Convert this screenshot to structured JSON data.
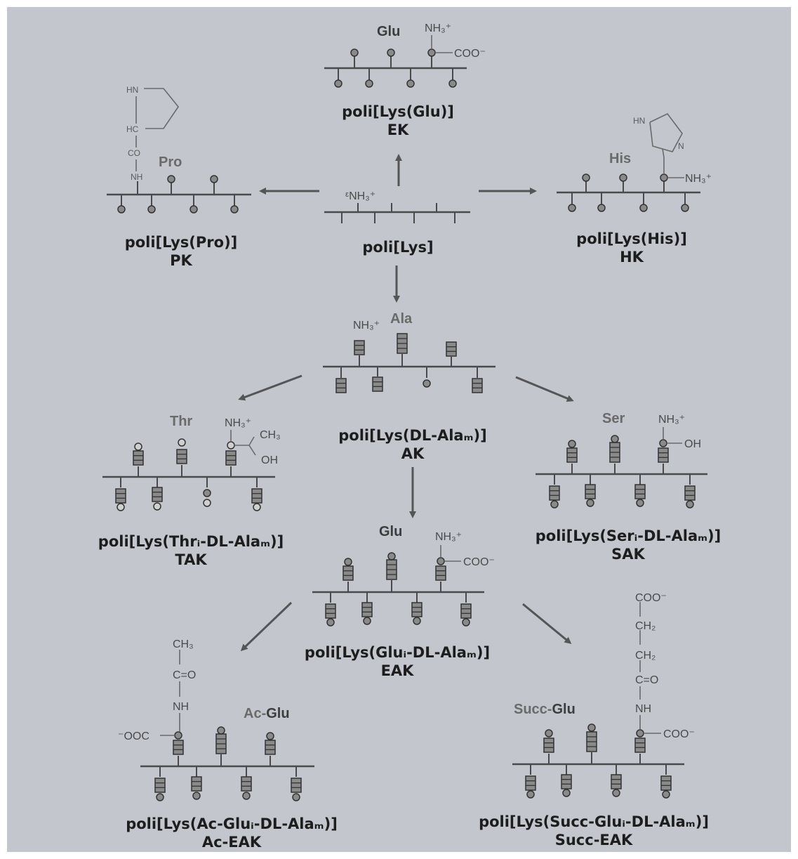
{
  "polymers": {
    "plys": {
      "name": "poli[Lys]",
      "abbr": "",
      "group": "ᵋNH₃⁺"
    },
    "ek": {
      "name": "poli[Lys(Glu)]",
      "abbr": "EK",
      "residue": "Glu",
      "g1": "NH₃⁺",
      "g2": "COO⁻"
    },
    "pk": {
      "name": "poli[Lys(Pro)]",
      "abbr": "PK",
      "residue": "Pro",
      "g1": "HN",
      "g2": "HC",
      "g3": "CO",
      "g4": "NH"
    },
    "hk": {
      "name": "poli[Lys(His)]",
      "abbr": "HK",
      "residue": "His",
      "g1": "HN",
      "g2": "N",
      "g3": "NH₃⁺"
    },
    "ak": {
      "name": "poli[Lys(DL-Alaₘ)]",
      "abbr": "AK",
      "residue": "Ala",
      "g1": "NH₃⁺"
    },
    "tak": {
      "name": "poli[Lys(Thrᵢ-DL-Alaₘ)]",
      "abbr": "TAK",
      "residue": "Thr",
      "g1": "NH₃⁺",
      "g2": "CH₃",
      "g3": "OH"
    },
    "sak": {
      "name": "poli[Lys(Serᵢ-DL-Alaₘ)]",
      "abbr": "SAK",
      "residue": "Ser",
      "g1": "NH₃⁺",
      "g2": "OH"
    },
    "eak": {
      "name": "poli[Lys(Gluᵢ-DL-Alaₘ)]",
      "abbr": "EAK",
      "residue": "Glu",
      "g1": "NH₃⁺",
      "g2": "COO⁻"
    },
    "aceak": {
      "name": "poli[Lys(Ac-Gluᵢ-DL-Alaₘ)]",
      "abbr": "Ac-EAK",
      "residue_a": "Ac-",
      "residue_b": "Glu",
      "g1": "CH₃",
      "g2": "C=O",
      "g3": "NH",
      "g4": "⁻OOC"
    },
    "succeak": {
      "name": "poli[Lys(Succ-Gluᵢ-DL-Alaₘ)]",
      "abbr": "Succ-EAK",
      "residue_a": "Succ-",
      "residue_b": "Glu",
      "g1": "COO⁻",
      "g2": "CH₂",
      "g3": "CH₂",
      "g4": "C=O",
      "g5": "NH",
      "g6": "COO⁻"
    }
  }
}
